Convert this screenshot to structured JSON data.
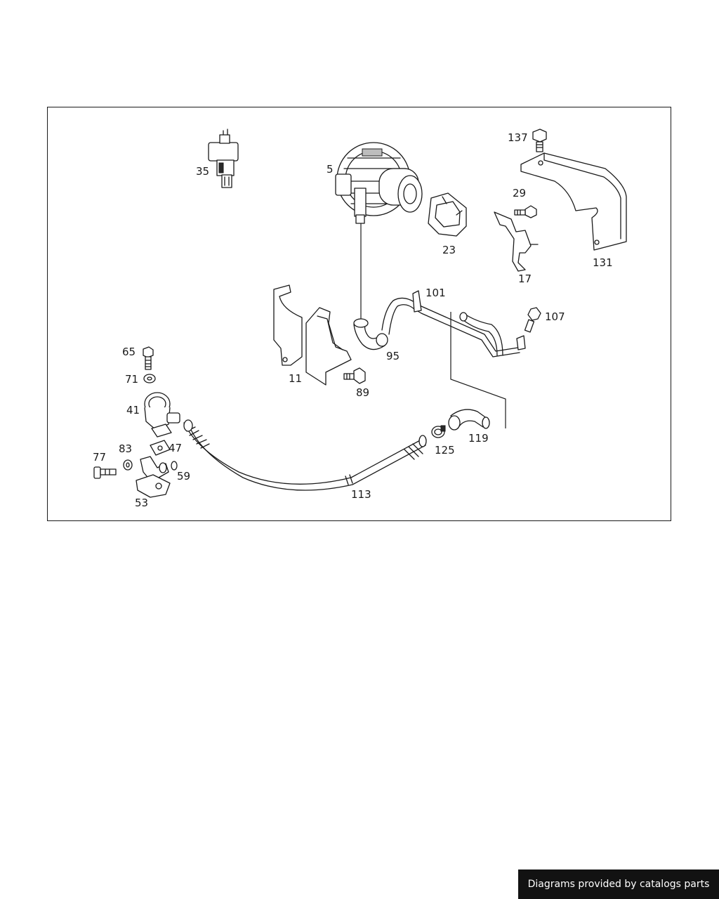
{
  "diagram": {
    "callouts": [
      "137",
      "35",
      "5",
      "29",
      "23",
      "131",
      "17",
      "101",
      "107",
      "95",
      "11",
      "89",
      "65",
      "71",
      "41",
      "83",
      "47",
      "77",
      "59",
      "53",
      "125",
      "119",
      "113"
    ],
    "parts": [
      {
        "id": "part-35",
        "icon": "solenoid-valve-icon"
      },
      {
        "id": "part-5",
        "icon": "air-pump-icon"
      },
      {
        "id": "part-23",
        "icon": "rubber-mount-icon"
      },
      {
        "id": "part-137",
        "icon": "bolt-icon"
      },
      {
        "id": "part-131",
        "icon": "heat-shield-icon"
      },
      {
        "id": "part-29",
        "icon": "bolt-icon"
      },
      {
        "id": "part-17",
        "icon": "bracket-icon"
      },
      {
        "id": "part-101",
        "icon": "pipe-icon"
      },
      {
        "id": "part-107",
        "icon": "bolt-icon"
      },
      {
        "id": "part-95",
        "icon": "hose-elbow-icon"
      },
      {
        "id": "part-11",
        "icon": "bracket-icon"
      },
      {
        "id": "part-89",
        "icon": "bolt-icon"
      },
      {
        "id": "part-65",
        "icon": "bolt-icon"
      },
      {
        "id": "part-71",
        "icon": "washer-icon"
      },
      {
        "id": "part-41",
        "icon": "check-valve-icon"
      },
      {
        "id": "part-47",
        "icon": "gasket-icon"
      },
      {
        "id": "part-83",
        "icon": "washer-icon"
      },
      {
        "id": "part-77",
        "icon": "bolt-icon"
      },
      {
        "id": "part-59",
        "icon": "o-ring-icon"
      },
      {
        "id": "part-53",
        "icon": "elbow-pipe-icon"
      },
      {
        "id": "part-113",
        "icon": "hose-icon"
      },
      {
        "id": "part-125",
        "icon": "clamp-icon"
      },
      {
        "id": "part-119",
        "icon": "hose-elbow-icon"
      }
    ]
  },
  "footer": {
    "text": "Diagrams provided by catalogs parts"
  },
  "colors": {
    "line": "#1a1a1a",
    "background": "#ffffff",
    "footer_bg": "#121212",
    "footer_text": "#ffffff"
  }
}
